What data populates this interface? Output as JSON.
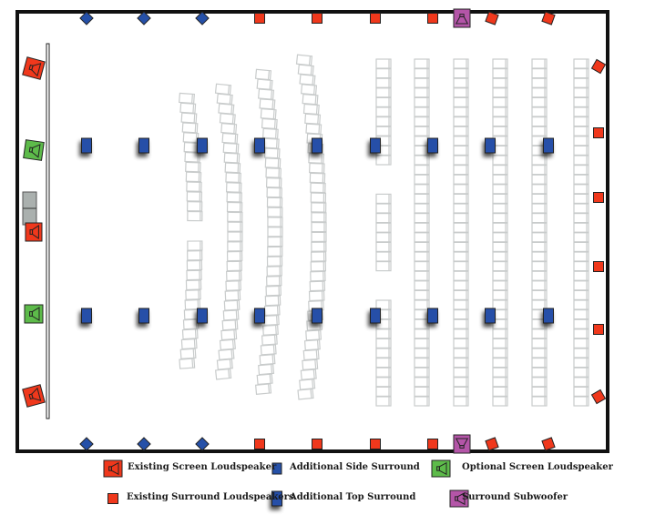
{
  "colors": {
    "existing_screen": "#f0381c",
    "existing_surround": "#f0381c",
    "additional_side": "#2550a8",
    "additional_top": "#2550a8",
    "optional_screen": "#5dbb4a",
    "subwoofer": "#b455a8",
    "seat_stroke": "#c9cccc",
    "wall": "#111111"
  },
  "legend": {
    "existing_screen": "Existing Screen Loudspeaker",
    "additional_side": "Additional Side Surround",
    "optional_screen": "Optional Screen Loudspeaker",
    "existing_surround": "Existing Surround Loudspeakers",
    "additional_top": "Additional Top Surround",
    "subwoofer": "Surround Subwoofer"
  }
}
